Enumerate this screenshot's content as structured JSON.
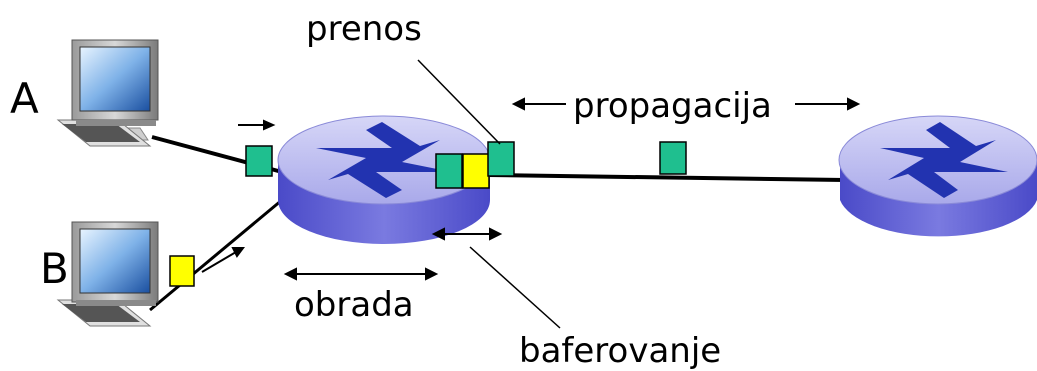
{
  "hosts": {
    "a_label": "A",
    "b_label": "B"
  },
  "labels": {
    "transmission": "prenos",
    "propagation": "propagacija",
    "processing": "obrada",
    "buffering": "baferovanje"
  },
  "colors": {
    "packet_green": "#1fbf8f",
    "packet_yellow": "#ffff00",
    "router_top": "#b8b8f0",
    "router_side": "#5a5ad0",
    "router_cross": "#1f2fb0"
  }
}
